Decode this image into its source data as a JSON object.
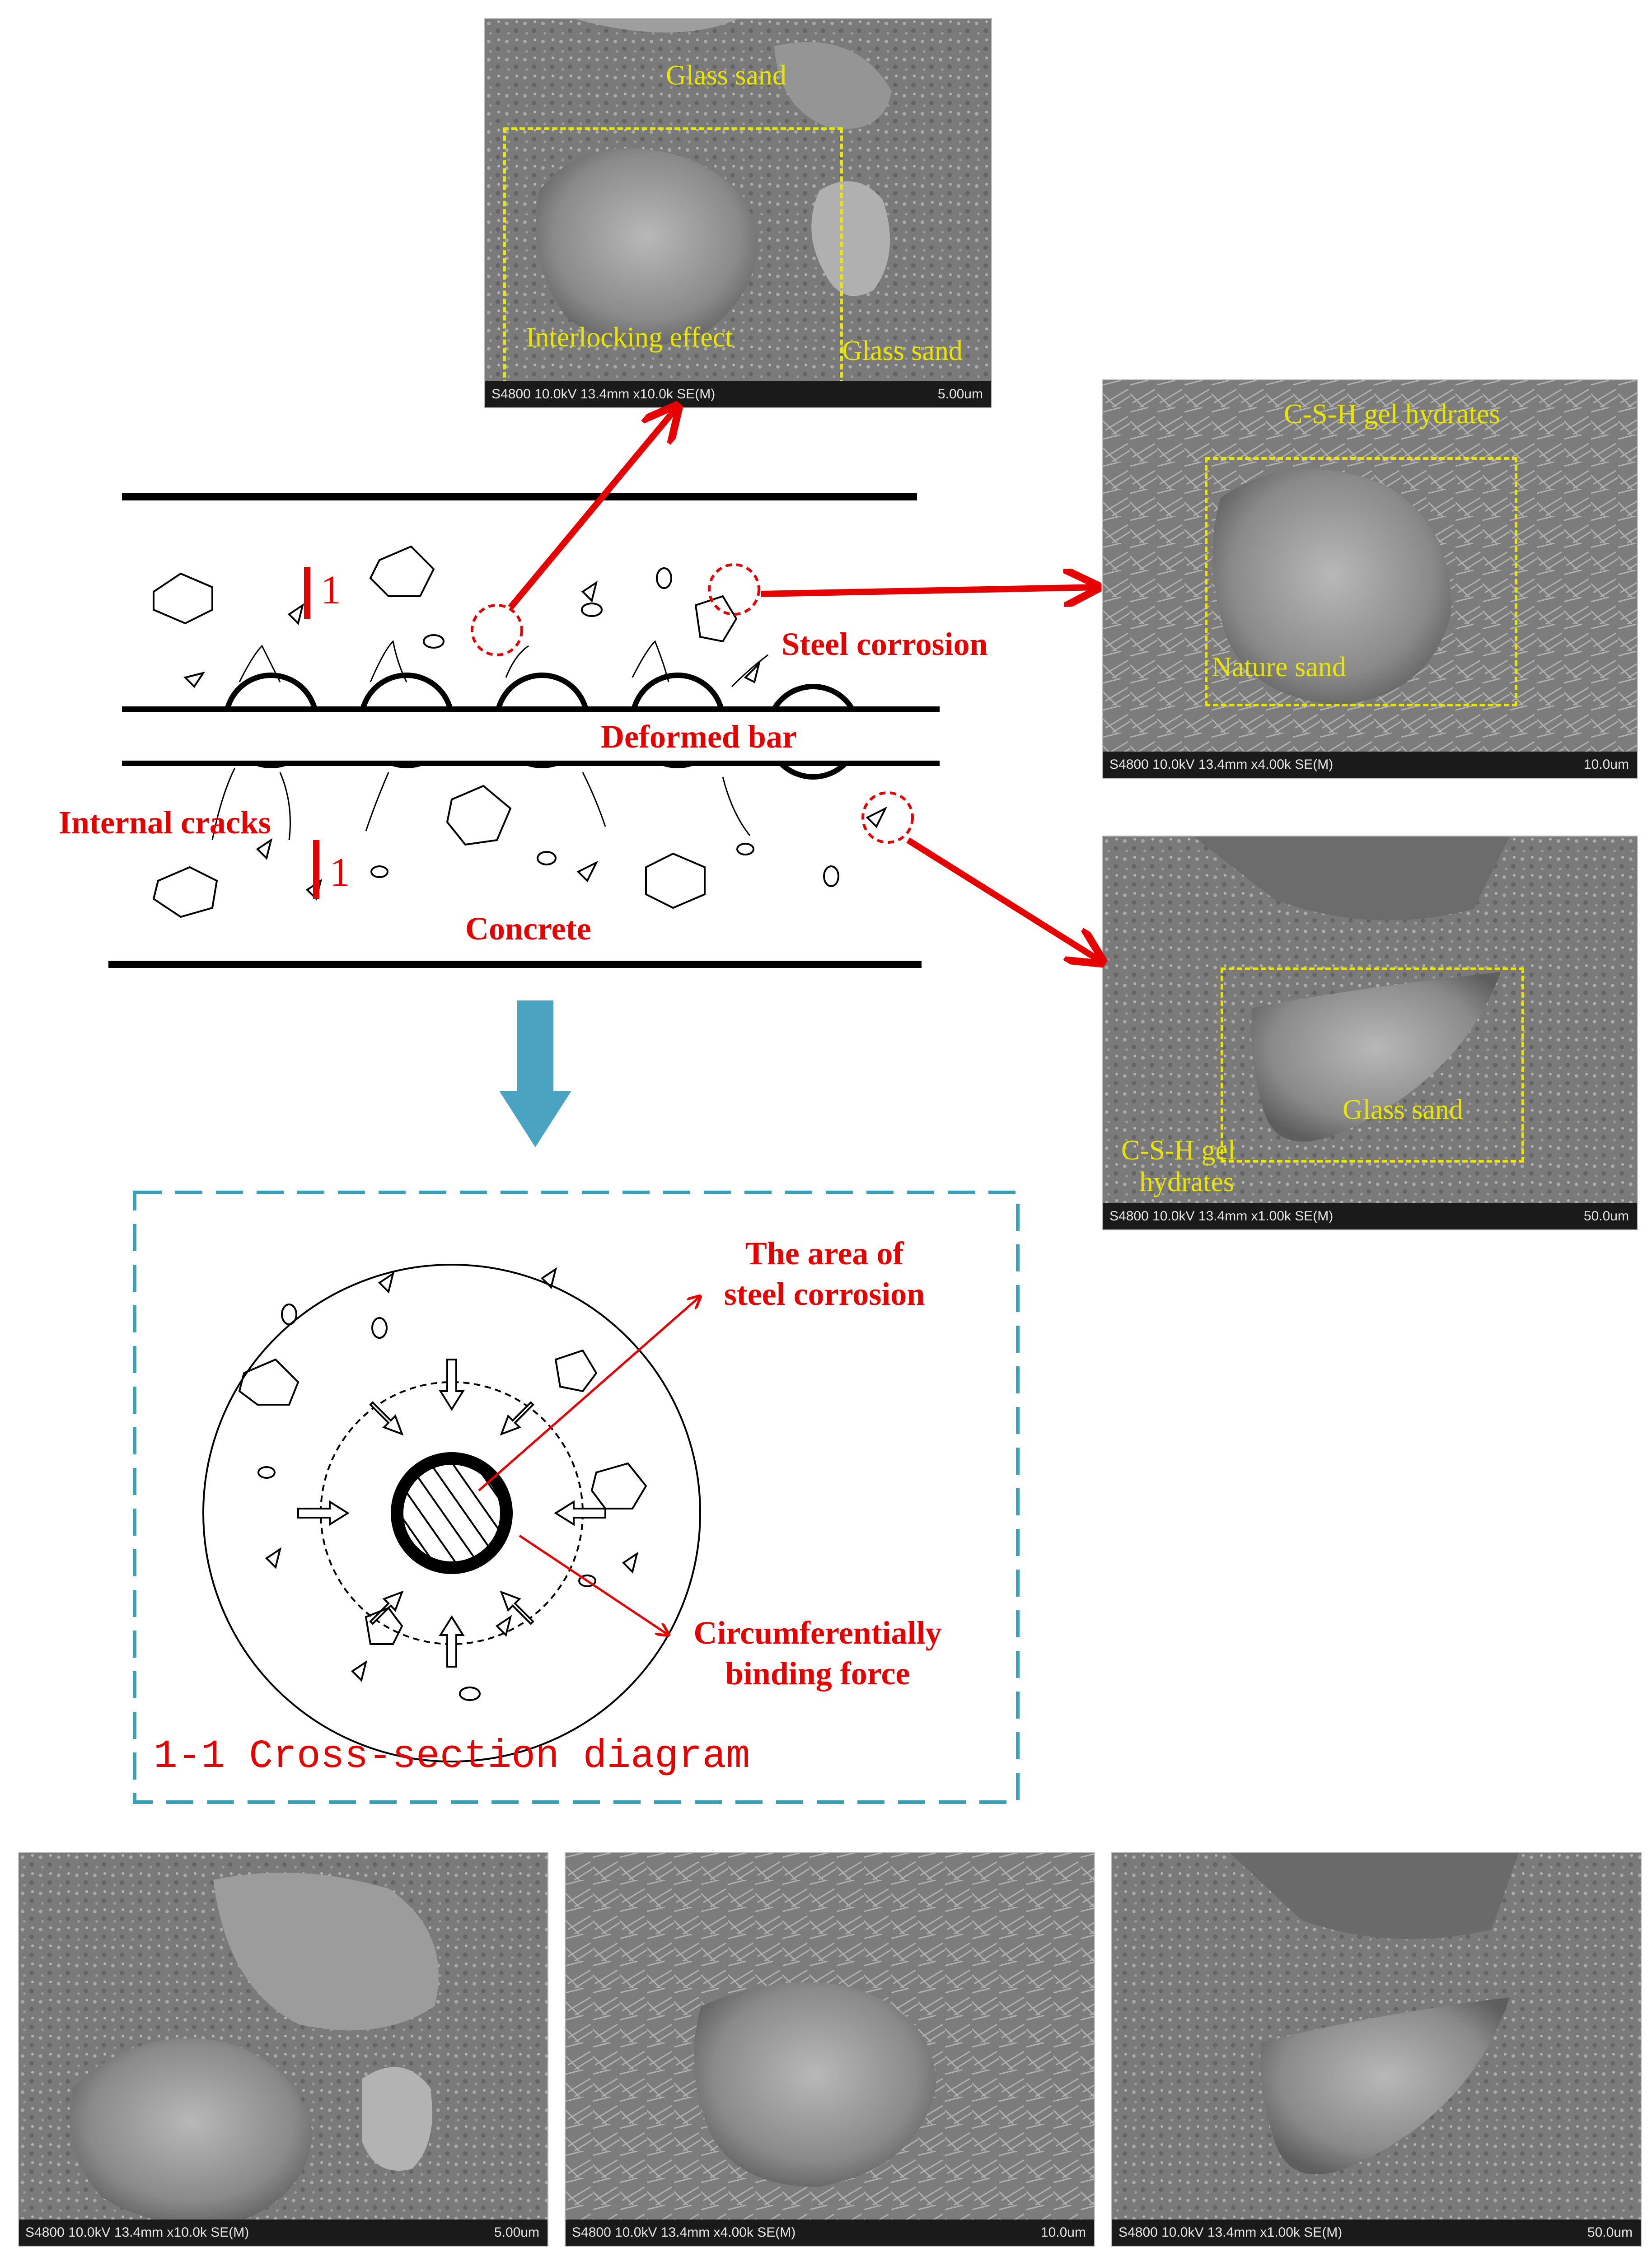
{
  "colors": {
    "accent_red": "#e60000",
    "sem_label_yellow": "#e9e400",
    "frame_teal": "#3aa0b8",
    "down_arrow": "#4aa3c0"
  },
  "sem_top": {
    "label_top": "Glass sand",
    "label_box": "Interlocking effect",
    "label_right": "Glass sand",
    "meta": "S4800 10.0kV 13.4mm x10.0k SE(M)",
    "scale": "5.00um"
  },
  "sem_right1": {
    "label_top": "C-S-H gel hydrates",
    "label_box": "Nature sand",
    "meta": "S4800 10.0kV 13.4mm x4.00k SE(M)",
    "scale": "10.0um"
  },
  "sem_right2": {
    "label_box": "Glass sand",
    "label_bottom": "C-S-H gel",
    "label_bottom2": "hydrates",
    "meta": "S4800 10.0kV 13.4mm x1.00k SE(M)",
    "scale": "50.0um"
  },
  "diagram": {
    "steel_corrosion": "Steel corrosion",
    "deformed_bar": "Deformed bar",
    "internal_cracks": "Internal cracks",
    "concrete": "Concrete",
    "section_mark_top": "1",
    "section_mark_bottom": "1"
  },
  "cross_section": {
    "title": "1-1 Cross-section diagram",
    "area_label_1": "The area of",
    "area_label_2": "steel corrosion",
    "force_label_1": "Circumferentially",
    "force_label_2": "binding force"
  },
  "bottom_sems": [
    {
      "meta": "S4800 10.0kV 13.4mm x10.0k SE(M)",
      "scale": "5.00um"
    },
    {
      "meta": "S4800 10.0kV 13.4mm x4.00k SE(M)",
      "scale": "10.0um"
    },
    {
      "meta": "S4800 10.0kV 13.4mm x1.00k SE(M)",
      "scale": "50.0um"
    }
  ]
}
